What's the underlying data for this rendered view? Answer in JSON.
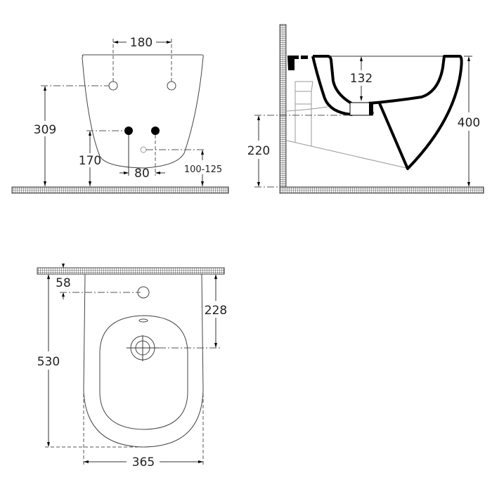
{
  "drawing": {
    "views": {
      "front": {
        "label": "front-view",
        "dimensions": {
          "fixing_spacing": "180",
          "fixing_height": "309",
          "supply_height": "170",
          "supply_spacing": "80",
          "waste_height": "100-125"
        }
      },
      "side": {
        "label": "side-view",
        "dimensions": {
          "bowl_depth": "132",
          "waste_outlet_height": "220",
          "rim_height": "400"
        }
      },
      "top": {
        "label": "top-view",
        "dimensions": {
          "tap_hole_offset": "58",
          "waste_offset": "228",
          "projection": "530",
          "width": "365"
        }
      }
    },
    "colors": {
      "line": "#000000",
      "background": "#ffffff",
      "hatch": "#555555"
    }
  }
}
